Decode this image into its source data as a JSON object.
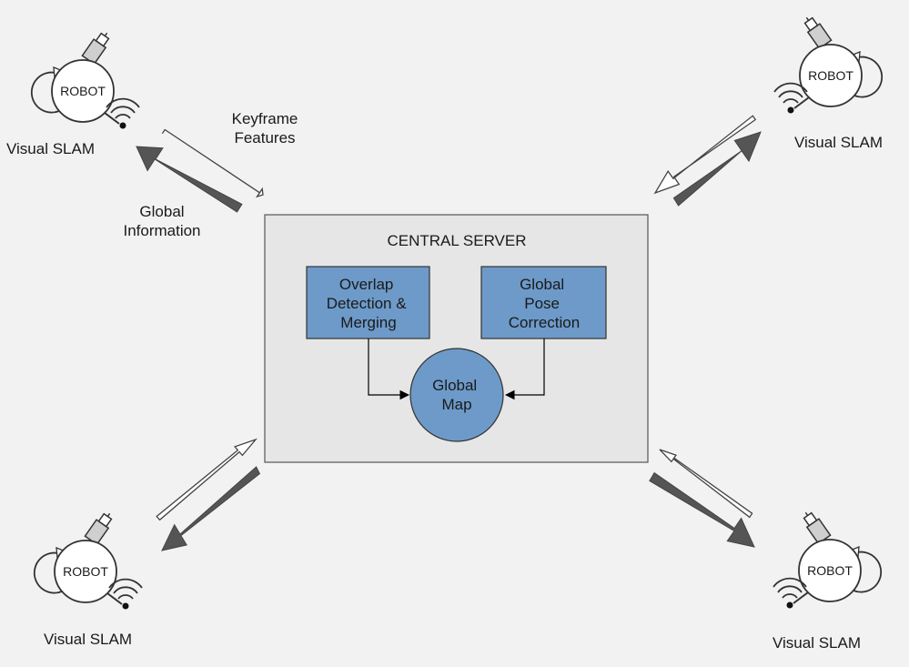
{
  "server": {
    "title": "CENTRAL SERVER",
    "overlap_box": [
      "Overlap",
      "Detection &",
      "Merging"
    ],
    "pose_box": [
      "Global",
      "Pose",
      "Correction"
    ],
    "global_map": [
      "Global",
      "Map"
    ]
  },
  "robots": [
    {
      "label": "ROBOT",
      "caption": "Visual SLAM"
    },
    {
      "label": "ROBOT",
      "caption": "Visual SLAM"
    },
    {
      "label": "ROBOT",
      "caption": "Visual SLAM"
    },
    {
      "label": "ROBOT",
      "caption": "Visual SLAM"
    }
  ],
  "arrow_labels": {
    "keyframe_features": [
      "Keyframe",
      "Features"
    ],
    "global_information": [
      "Global",
      "Information"
    ]
  },
  "colors": {
    "background": "#f2f2f2",
    "server_fill": "#e6e6e6",
    "component_fill": "#6d9ac9",
    "dark_arrow": "#555555",
    "light_arrow": "#ffffff"
  }
}
